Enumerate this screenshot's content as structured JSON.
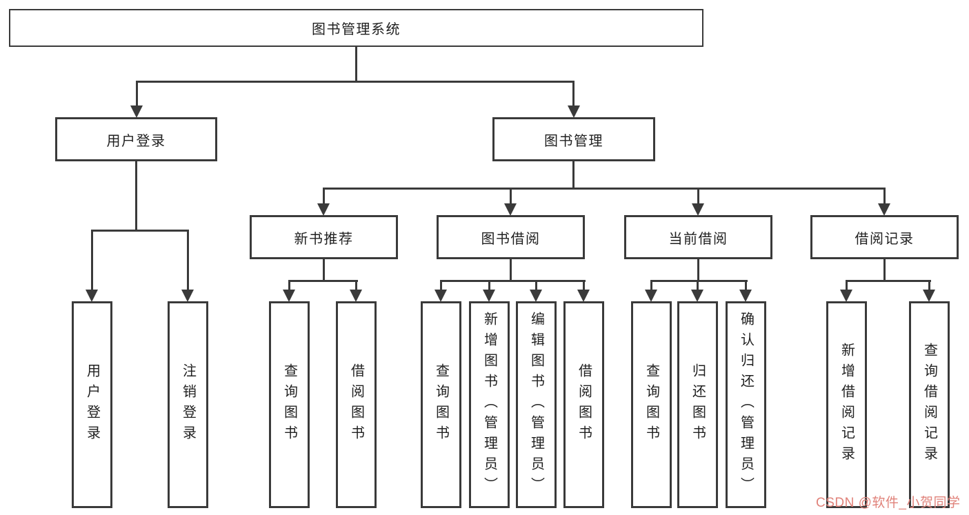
{
  "diagram": {
    "root": "图书管理系统",
    "branches": [
      {
        "label": "用户登录",
        "children": [
          {
            "label": "用户登录"
          },
          {
            "label": "注销登录"
          }
        ]
      },
      {
        "label": "图书管理",
        "children": [
          {
            "label": "新书推荐",
            "children": [
              {
                "label": "查询图书"
              },
              {
                "label": "借阅图书"
              }
            ]
          },
          {
            "label": "图书借阅",
            "children": [
              {
                "label": "查询图书"
              },
              {
                "label": "新增图书（管理员）"
              },
              {
                "label": "编辑图书（管理员）"
              },
              {
                "label": "借阅图书"
              }
            ]
          },
          {
            "label": "当前借阅",
            "children": [
              {
                "label": "查询图书"
              },
              {
                "label": "归还图书"
              },
              {
                "label": "确认归还（管理员）"
              }
            ]
          },
          {
            "label": "借阅记录",
            "children": [
              {
                "label": "新增借阅记录"
              },
              {
                "label": "查询借阅记录"
              }
            ]
          }
        ]
      }
    ]
  },
  "watermark": {
    "text": "CSDN @软件_小贺同学",
    "color": "#e0827a"
  },
  "colors": {
    "background": "#ffffff",
    "line": "#3a3a3a",
    "text": "#1f1f1f"
  }
}
